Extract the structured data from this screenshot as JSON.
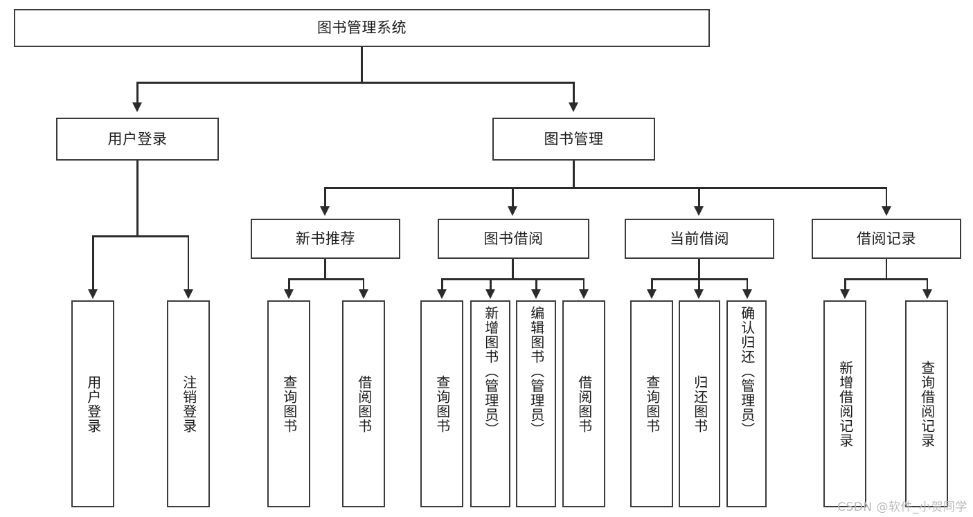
{
  "diagram": {
    "title": "图书管理系统",
    "type": "hierarchy-tree",
    "watermark": "CSDN @软件_小贺同学",
    "colors": {
      "box_border": "#3a3a3a",
      "connector": "#2b2b2b",
      "background": "#ffffff",
      "text": "#1a1a1a",
      "watermark": "#b9b9b9"
    },
    "levels": {
      "root": {
        "label": "图书管理系统"
      },
      "level2": [
        {
          "label": "用户登录"
        },
        {
          "label": "图书管理"
        }
      ],
      "level3": [
        {
          "label": "新书推荐"
        },
        {
          "label": "图书借阅"
        },
        {
          "label": "当前借阅"
        },
        {
          "label": "借阅记录"
        }
      ],
      "leaves": {
        "user_login": [
          {
            "label": "用户登录"
          },
          {
            "label": "注销登录"
          }
        ],
        "new_book_recommend": [
          {
            "label": "查询图书"
          },
          {
            "label": "借阅图书"
          }
        ],
        "book_borrow": [
          {
            "label": "查询图书"
          },
          {
            "label": "新增图书（管理员）"
          },
          {
            "label": "编辑图书（管理员）"
          },
          {
            "label": "借阅图书"
          }
        ],
        "current_borrow": [
          {
            "label": "查询图书"
          },
          {
            "label": "归还图书"
          },
          {
            "label": "确认归还（管理员）"
          }
        ],
        "borrow_record": [
          {
            "label": "新增借阅记录"
          },
          {
            "label": "查询借阅记录"
          }
        ]
      }
    }
  }
}
